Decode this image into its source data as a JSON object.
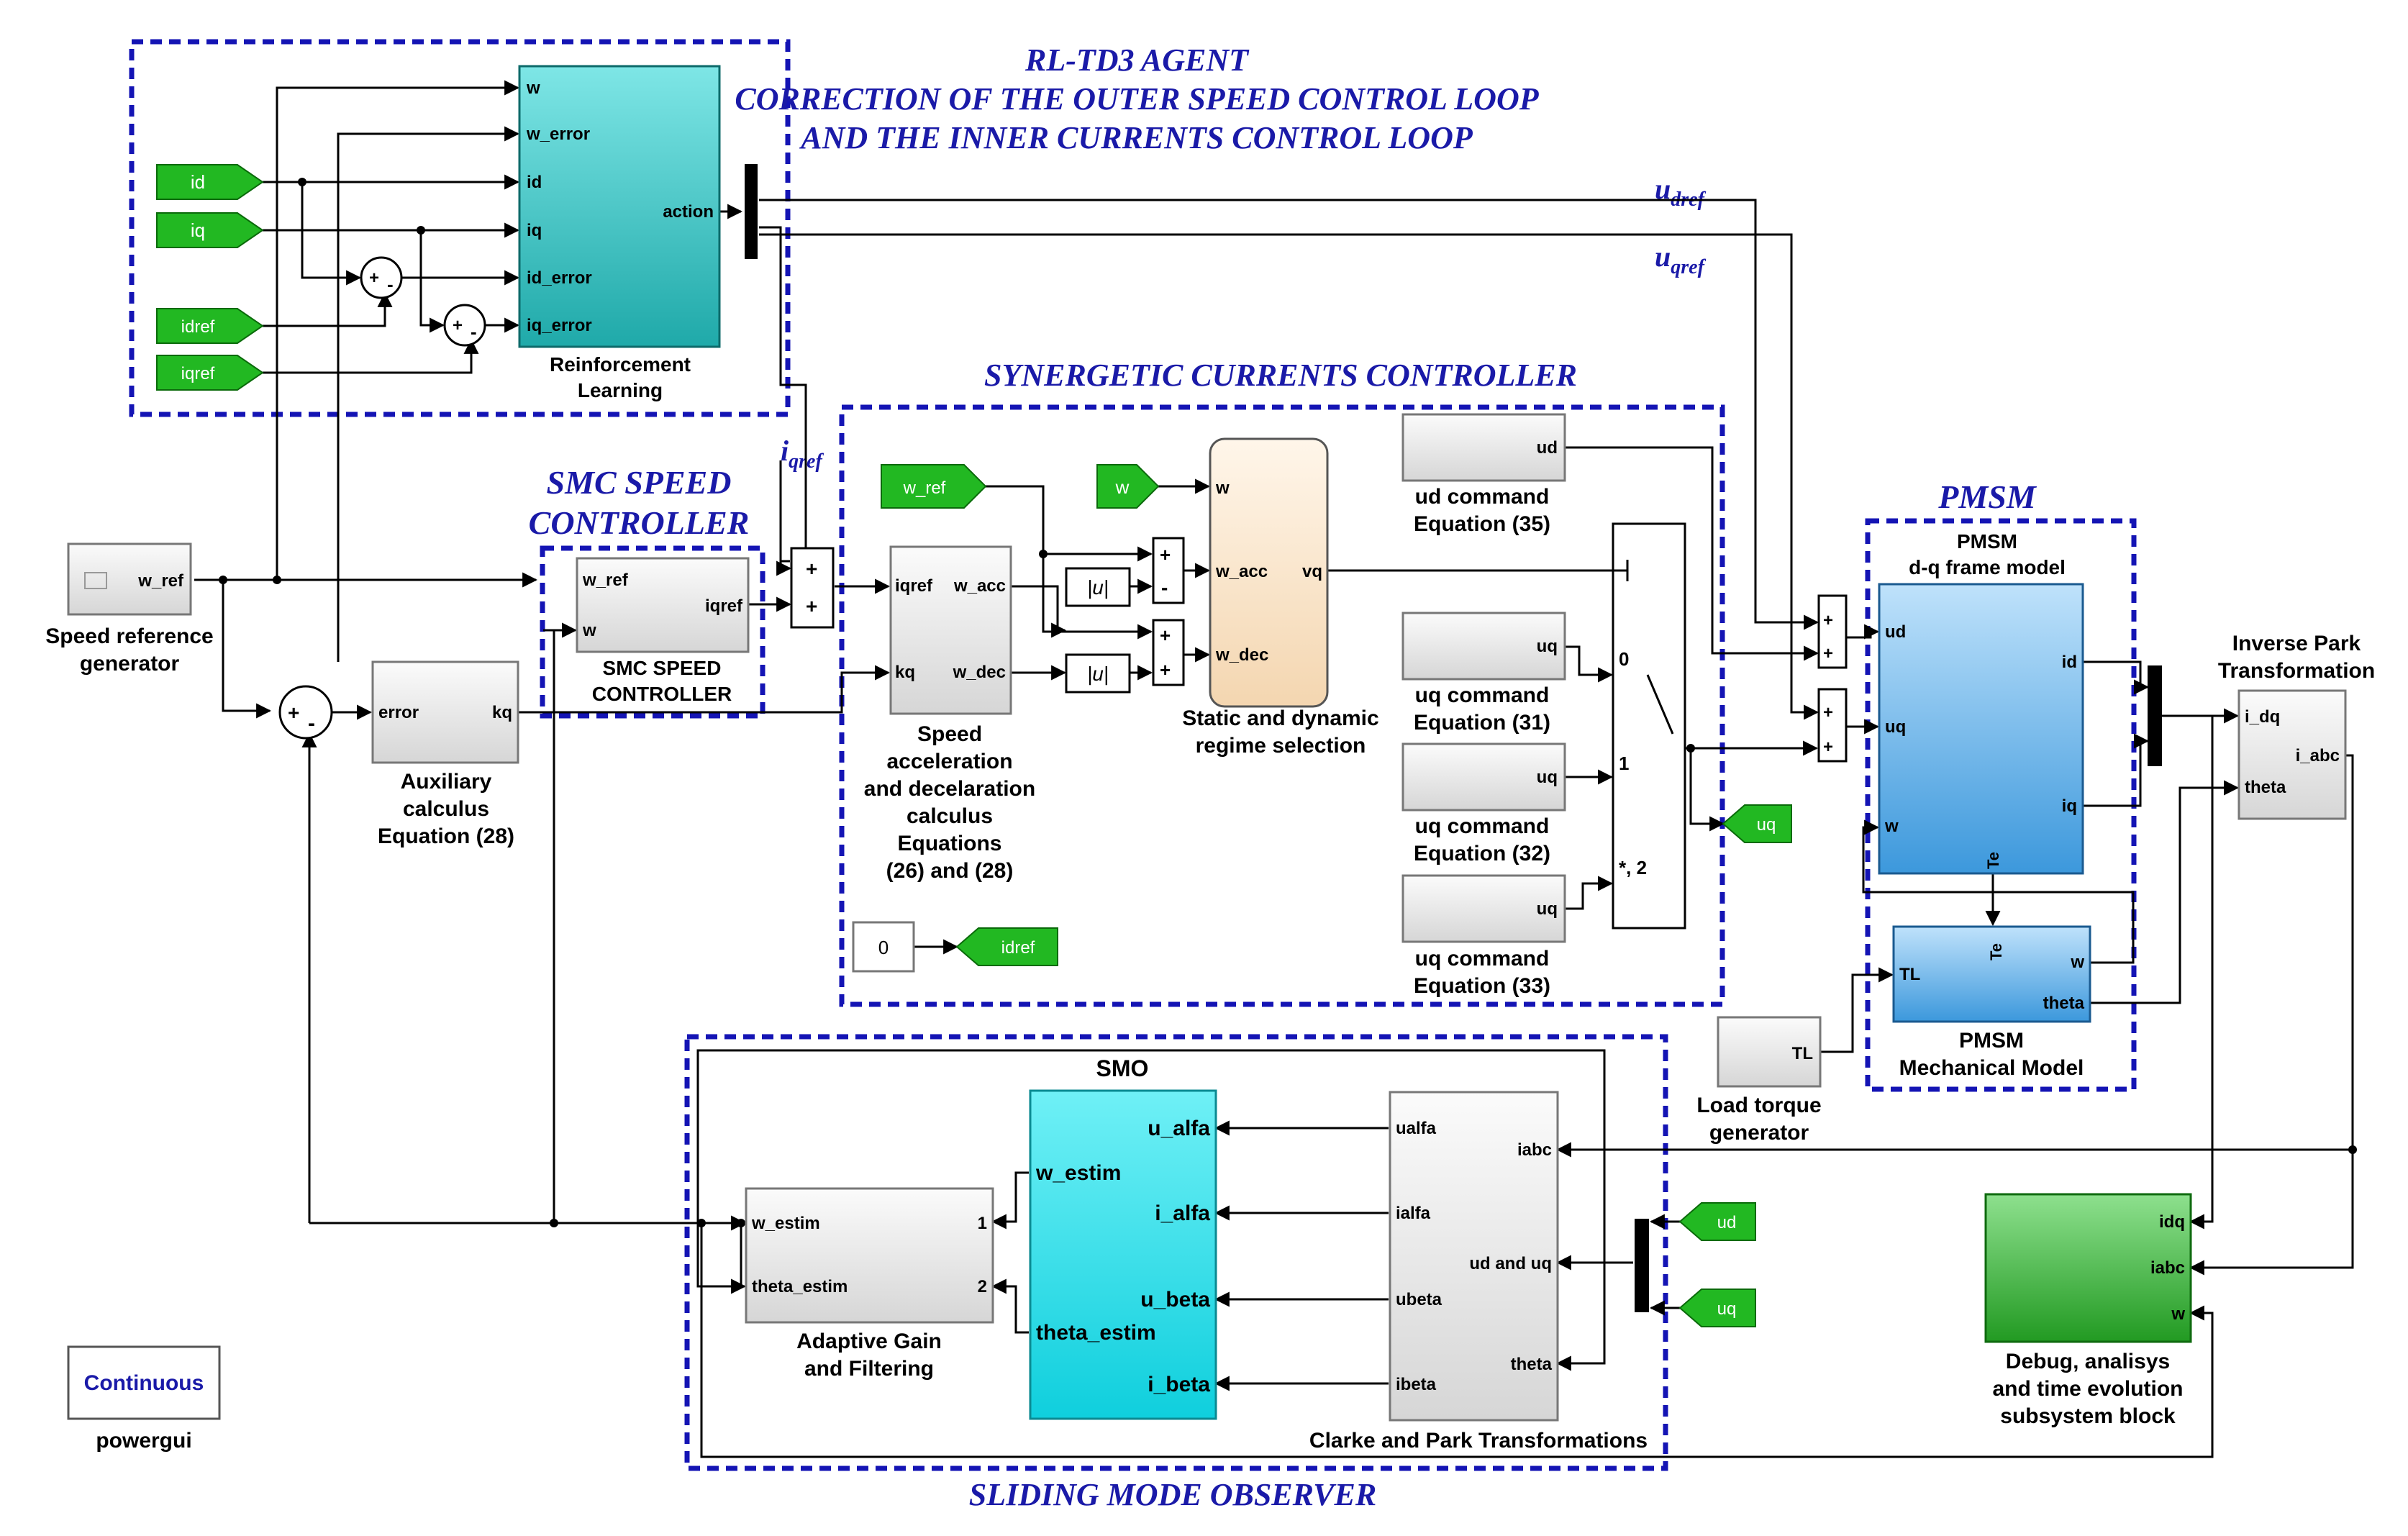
{
  "titles": {
    "rl_agent": [
      "RL-TD3 AGENT",
      "CORRECTION OF THE OUTER SPEED CONTROL LOOP",
      "AND THE INNER CURRENTS CONTROL LOOP"
    ],
    "synergetic": "SYNERGETIC CURRENTS CONTROLLER",
    "smc_speed": [
      "SMC SPEED",
      "CONTROLLER"
    ],
    "pmsm": "PMSM",
    "observer": "SLIDING MODE OBSERVER"
  },
  "signals": {
    "udref": {
      "main": "u",
      "sub": "dref"
    },
    "uqref": {
      "main": "u",
      "sub": "qref"
    },
    "iqref": {
      "main": "i",
      "sub": "qref"
    }
  },
  "tags": {
    "id": "id",
    "iq": "iq",
    "idref_in": "idref",
    "iqref_in": "iqref",
    "w_ref": "w_ref",
    "w": "w",
    "idref_out": "idref",
    "uq_out": "uq",
    "ud_in": "ud",
    "uq_in": "uq"
  },
  "constant_zero": "0",
  "rl_block": {
    "inputs": [
      "w",
      "w_error",
      "id",
      "iq",
      "id_error",
      "iq_error"
    ],
    "output": "action",
    "caption": [
      "Reinforcement",
      "Learning"
    ]
  },
  "sum_signs": {
    "sum_a": "+",
    "sum_a_minus": "-",
    "sum_b": "+",
    "sum_b_minus": "-"
  },
  "speed_ref": {
    "port": "w_ref",
    "caption": [
      "Speed reference",
      "generator"
    ]
  },
  "aux": {
    "in": "error",
    "out": "kq",
    "caption": [
      "Auxiliary",
      "calculus",
      "Equation (28)"
    ]
  },
  "smc": {
    "in1": "w_ref",
    "in2": "w",
    "out": "iqref",
    "caption": [
      "SMC SPEED",
      "CONTROLLER"
    ]
  },
  "speed_acc": {
    "in1": "iqref",
    "in2": "kq",
    "out1": "w_acc",
    "out2": "w_dec",
    "caption": [
      "Speed",
      "acceleration",
      "and decelaration",
      "calculus",
      "Equations",
      "(26) and (28)"
    ]
  },
  "abs_label": "|u|",
  "regime": {
    "in1": "w",
    "in2": "w_acc",
    "in3": "w_dec",
    "out": "vq",
    "caption": [
      "Static and dynamic",
      "regime selection"
    ]
  },
  "ud_cmd": {
    "out": "ud",
    "caption": [
      "ud command",
      "Equation (35)"
    ]
  },
  "uq31": {
    "out": "uq",
    "caption": [
      "uq command",
      "Equation (31)"
    ]
  },
  "uq32": {
    "out": "uq",
    "caption": [
      "uq command",
      "Equation (32)"
    ]
  },
  "uq33": {
    "out": "uq",
    "caption": [
      "uq command",
      "Equation (33)"
    ]
  },
  "switch_labels": [
    "0",
    "1",
    "*, 2"
  ],
  "pmsm_dq": {
    "title": [
      "PMSM",
      "d-q frame model"
    ],
    "in": [
      "ud",
      "uq",
      "w"
    ],
    "out": [
      "id",
      "iq"
    ],
    "te": "Te"
  },
  "pmsm_mech": {
    "te": "Te",
    "in": "TL",
    "out": [
      "w",
      "theta"
    ],
    "caption": [
      "PMSM",
      "Mechanical Model"
    ]
  },
  "load": {
    "port": "TL",
    "caption": [
      "Load torque",
      "generator"
    ]
  },
  "inv_park": {
    "title": [
      "Inverse Park",
      "Transformation"
    ],
    "in": [
      "i_dq",
      "theta"
    ],
    "out": "i_abc"
  },
  "smo": {
    "title": "SMO",
    "left": [
      "w_estim",
      "theta_estim"
    ],
    "right": [
      "u_alfa",
      "i_alfa",
      "u_beta",
      "i_beta"
    ]
  },
  "adaptive": {
    "in": [
      "w_estim",
      "theta_estim"
    ],
    "out": [
      "1",
      "2"
    ],
    "caption": [
      "Adaptive Gain",
      "and Filtering"
    ]
  },
  "clarke": {
    "left": [
      "ualfa",
      "ialfa",
      "ubeta",
      "ibeta"
    ],
    "right": [
      "iabc",
      "ud and uq",
      "theta"
    ],
    "caption": "Clarke and Park Transformations"
  },
  "debug": {
    "in": [
      "idq",
      "iabc",
      "w"
    ],
    "caption": [
      "Debug, analisys",
      "and time evolution",
      "subsystem block"
    ]
  },
  "powergui": {
    "label": "Continuous",
    "caption": "powergui"
  },
  "colors": {
    "dashed_blue": "#1414b4",
    "title_blue": "#1a1aa8",
    "tag_green": "#22b822",
    "rl_cyan": "#33cccc",
    "smo_cyan": "#19dce8",
    "pmsm_blue": "#5aaee8",
    "debug_green": "#2eaa2e",
    "regime_peach": "#fbe6cc"
  }
}
